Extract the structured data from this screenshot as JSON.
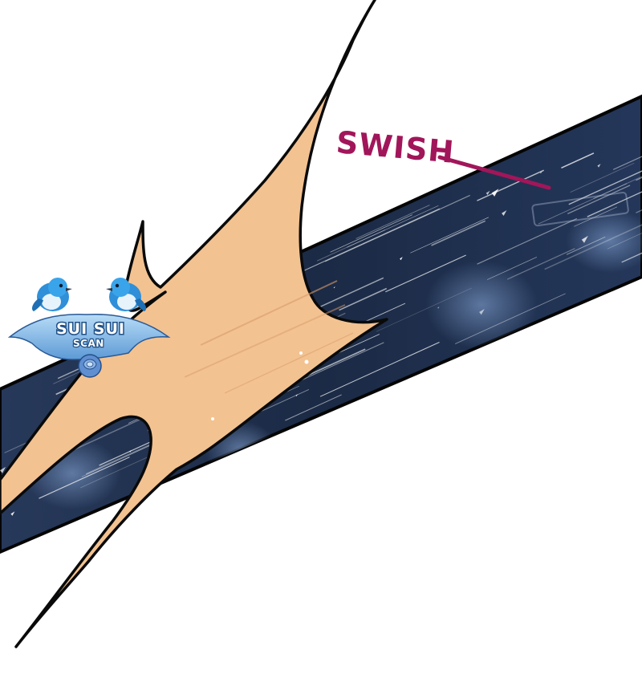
{
  "sound_effect": {
    "text": "SWISH",
    "color": "#a1165a"
  },
  "watermark": {
    "title": "SUI SUI",
    "subtitle": "SCAN",
    "icons": [
      "bird-icon",
      "bird-icon",
      "rose-icon"
    ]
  },
  "colors": {
    "background": "#ffffff",
    "slash_band": "#1c2c46",
    "blade": "#f3c291",
    "outline": "#0a0a0a",
    "speed_lines": "#ffffff"
  }
}
